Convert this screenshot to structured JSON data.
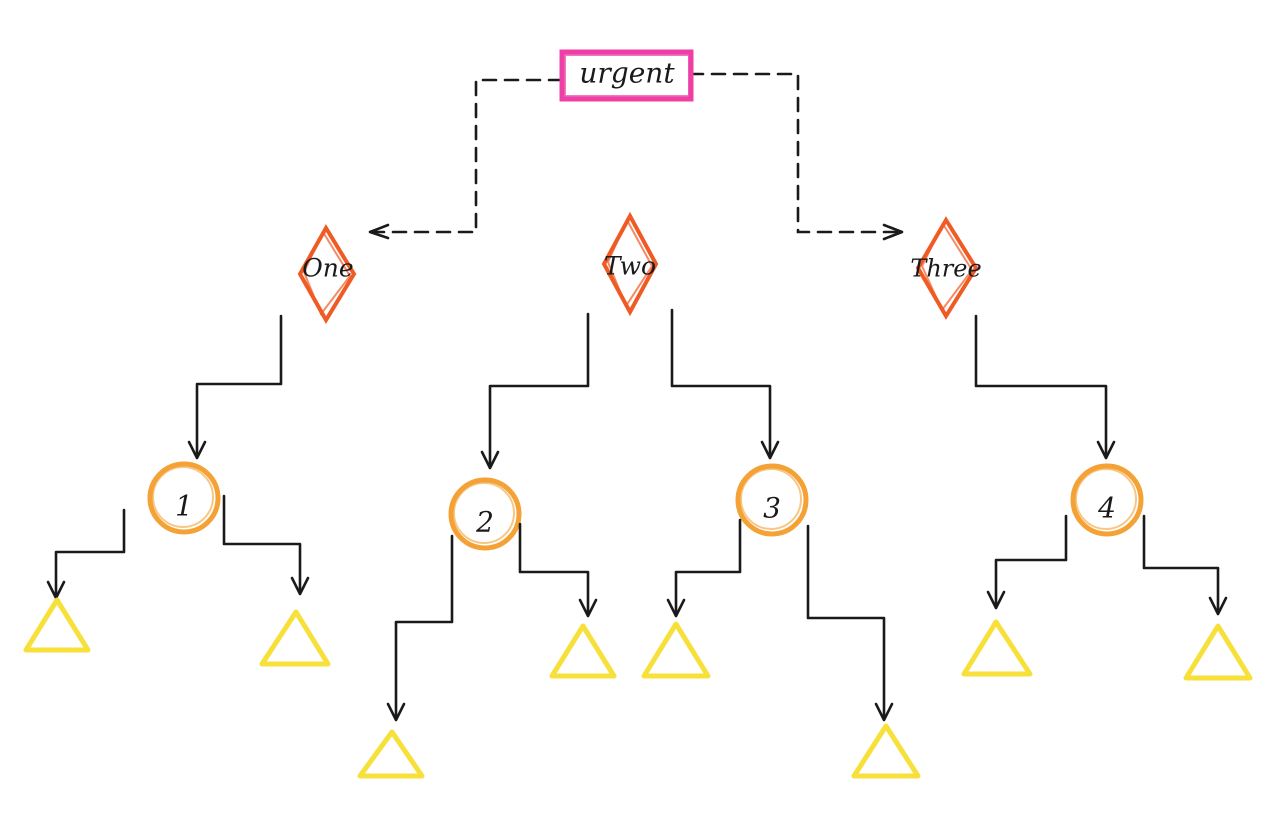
{
  "colors": {
    "root_border": "#ee3fa6",
    "diamond_border": "#f05a24",
    "circle_border": "#f4a236",
    "triangle_border": "#f7e03a",
    "ink": "#1a1a1a"
  },
  "root": {
    "label": "urgent"
  },
  "groups": [
    {
      "label": "One"
    },
    {
      "label": "Two"
    },
    {
      "label": "Three"
    }
  ],
  "nodes": [
    {
      "label": "1"
    },
    {
      "label": "2"
    },
    {
      "label": "3"
    },
    {
      "label": "4"
    }
  ]
}
